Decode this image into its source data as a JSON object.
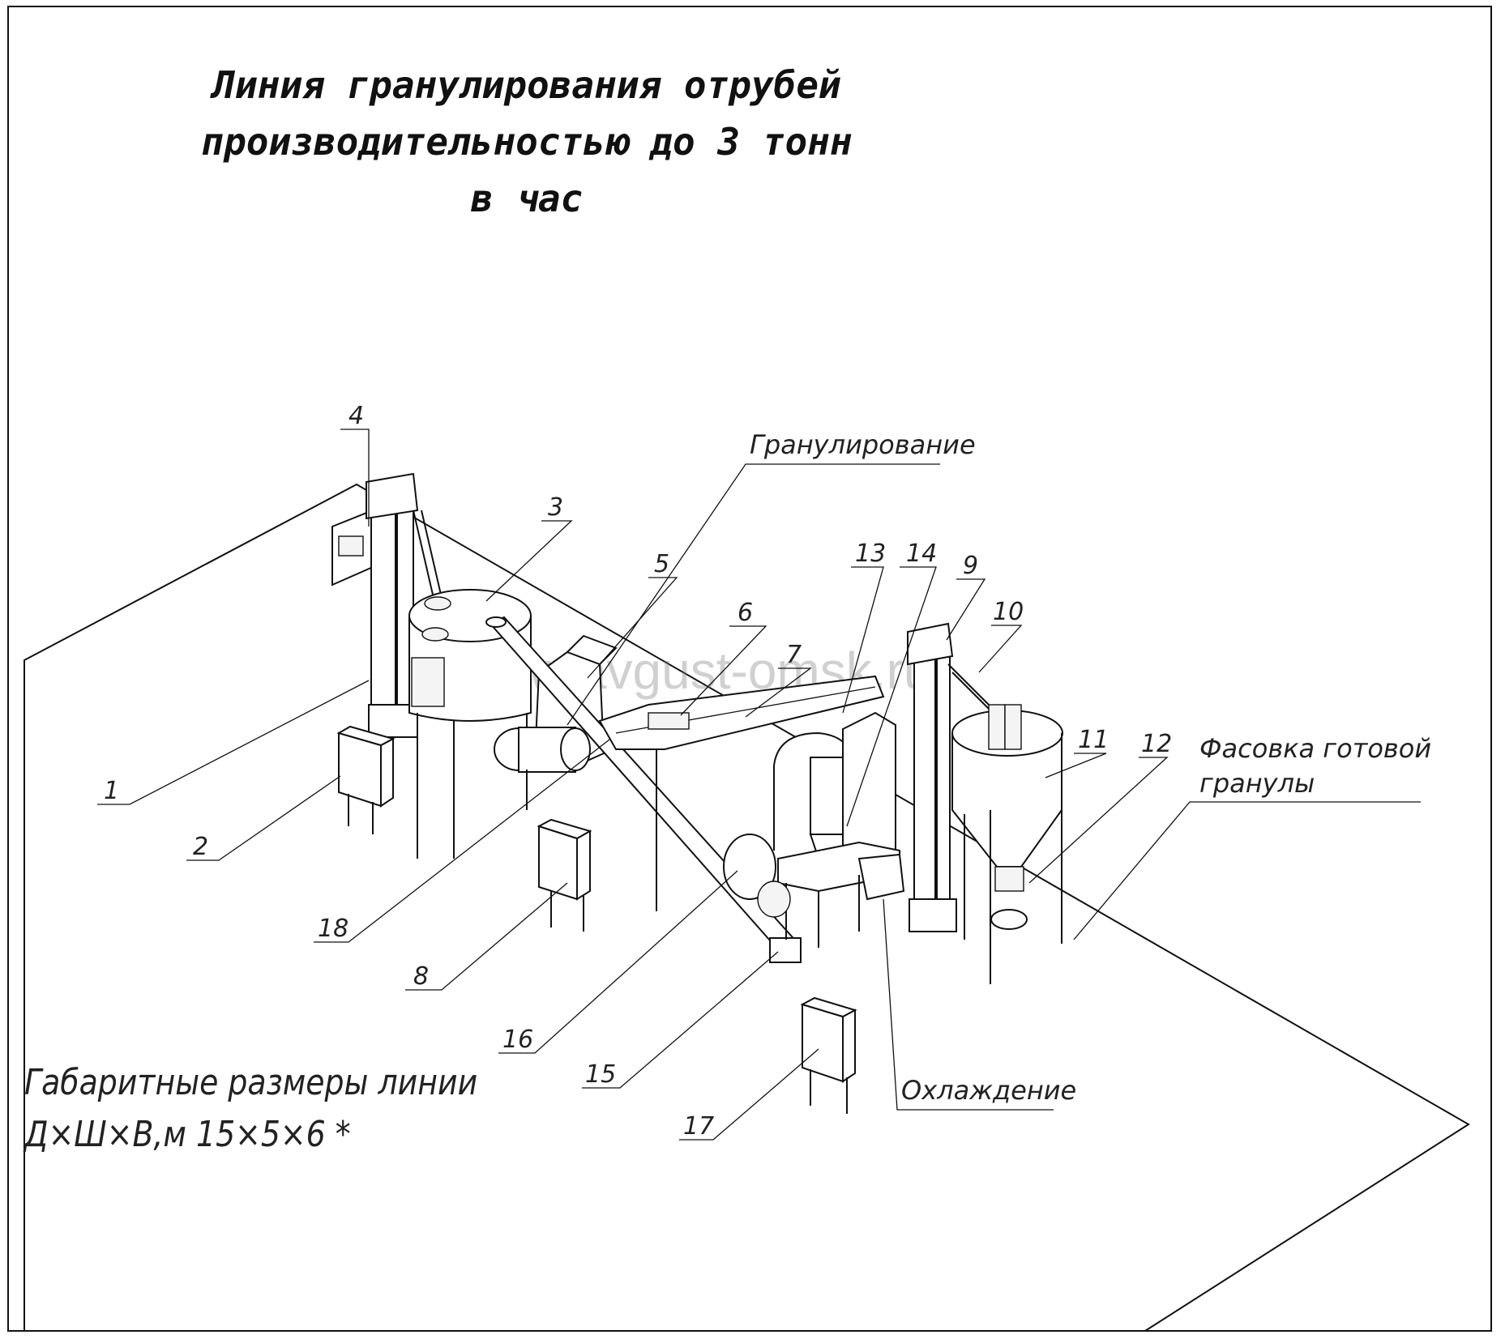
{
  "title": {
    "line1": "Линия гранулирования отрубей",
    "line2": "производительностью до 3 тонн",
    "line3": "в час"
  },
  "watermark": "www.avgust-omsk.ru",
  "sections": {
    "granulation": "Гранулирование",
    "cooling": "Охлаждение",
    "packing_line1": "Фасовка готовой",
    "packing_line2": "гранулы"
  },
  "dimensions": {
    "line1": "Габаритные размеры линии",
    "line2": "Д×Ш×В,м  15×5×6 *"
  },
  "labels": [
    "1",
    "2",
    "3",
    "4",
    "5",
    "6",
    "7",
    "8",
    "9",
    "10",
    "11",
    "12",
    "13",
    "14",
    "15",
    "16",
    "17",
    "18"
  ],
  "colors": {
    "line": "#111111",
    "background": "#ffffff",
    "watermark": "#787878"
  }
}
